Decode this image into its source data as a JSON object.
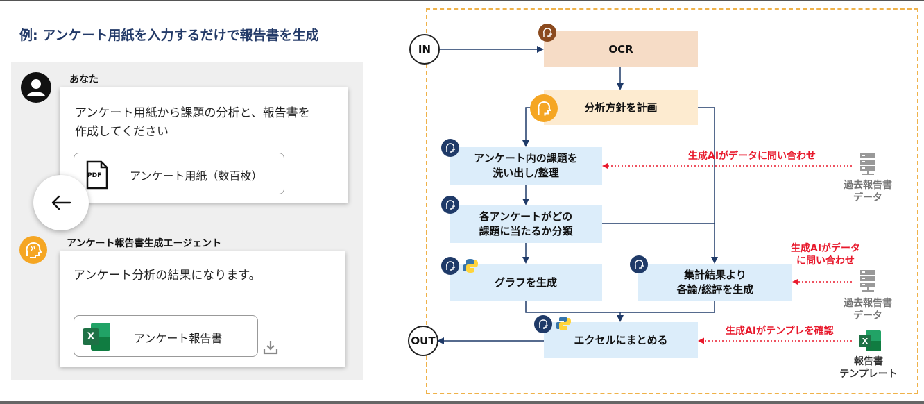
{
  "title": "例: アンケート用紙を入力するだけで報告書を生成",
  "chat": {
    "user_name": "あなた",
    "user_message_line1": "アンケート用紙から課題の分析と、報告書を",
    "user_message_line2": "作成してください",
    "user_attachment": {
      "badge": "PDF",
      "name": "アンケート用紙（数百枚）"
    },
    "agent_name": "アンケート報告書生成エージェント",
    "agent_message": "アンケート分析の結果になります。",
    "agent_attachment": {
      "badge": "X",
      "name": "アンケート報告書"
    }
  },
  "flow": {
    "in": "IN",
    "out": "OUT",
    "nodes": {
      "ocr": "OCR",
      "plan": "分析方針を計画",
      "issues_l1": "アンケート内の課題を",
      "issues_l2": "洗い出し/整理",
      "classify_l1": "各アンケートがどの",
      "classify_l2": "課題に当たるか分類",
      "graph": "グラフを生成",
      "summary_l1": "集計結果より",
      "summary_l2": "各論/総評を生成",
      "excel": "エクセルにまとめる"
    },
    "annotations": {
      "query1": "生成AIがデータに問い合わせ",
      "query2_l1": "生成AIがデータ",
      "query2_l2": "に問い合わせ",
      "template": "生成AIがテンプレを確認"
    },
    "sources": {
      "past1_l1": "過去報告書",
      "past1_l2": "データ",
      "past2_l1": "過去報告書",
      "past2_l2": "データ",
      "tpl_l1": "報告書",
      "tpl_l2": "テンプレート",
      "tpl_badge": "X"
    }
  },
  "colors": {
    "title": "#233a68",
    "node_blue": "#dcedfa",
    "node_ocr": "#f6dcc6",
    "node_plan": "#fdebd0",
    "arrow": "#1f3a68",
    "ai_red": "#e8192c",
    "dashed_border": "#efb24a",
    "agent_orange": "#f5a623",
    "excel_green": "#1e7145"
  }
}
